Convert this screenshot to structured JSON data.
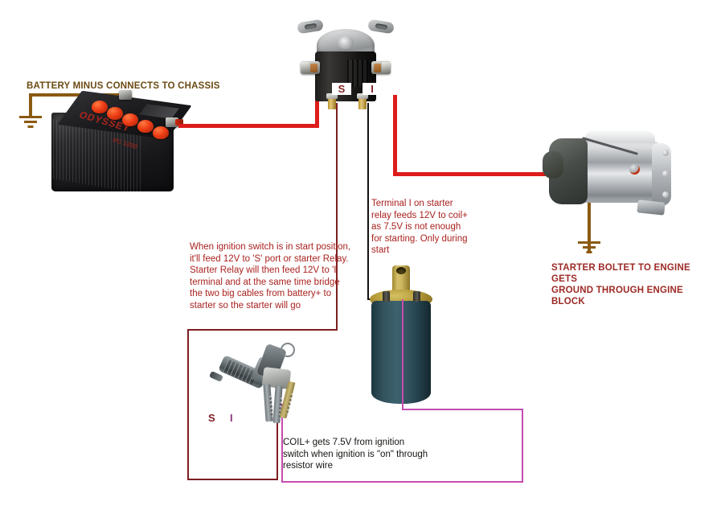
{
  "diagram": {
    "title": "Ford starter relay / solenoid wiring diagram",
    "background": "#ffffff",
    "colors": {
      "battery_cable_red": "#dd1c1c",
      "ignition_i_wire_black": "#15110f",
      "switch_s_wire_dark_red": "#7d1f22",
      "coil_positive_wire_magenta": "#c64bb0",
      "ground_wire_brown": "#8a5a12",
      "caps_label_red": "#9c2a25",
      "note_red": "#a8221f",
      "note_black": "#16130f"
    }
  },
  "labels": {
    "battery_ground": "BATTERY MINUS CONNECTS TO CHASSIS",
    "starter_ground": "STARTER BOLTET TO ENGINE GETS\nGROUND THROUGH ENGINE BLOCK"
  },
  "relay": {
    "terminal_s": "S",
    "terminal_i": "I",
    "name": "starter-relay"
  },
  "switch_terminals": {
    "s": "S",
    "i": "I"
  },
  "notes": {
    "ignition_start": "When ignition switch is in start position, it'll feed 12V to 'S' port or starter Relay. Starter Relay will then feed 12V to 'I' terminal and at the same time bridge the two big cables from battery+ to starter so the starter will go",
    "terminal_i": "Terminal I on starter relay feeds 12V to coil+ as 7.5V is not enough for starting. Only during start",
    "coil_positive": "COIL+ gets 7.5V from ignition switch when ignition is \"on\" through resistor wire"
  },
  "components": {
    "battery": "battery",
    "starter_relay": "starter-relay",
    "starter_motor": "starter-motor",
    "ignition_coil": "ignition-coil",
    "ignition_switch": "ignition-switch-with-keys"
  }
}
